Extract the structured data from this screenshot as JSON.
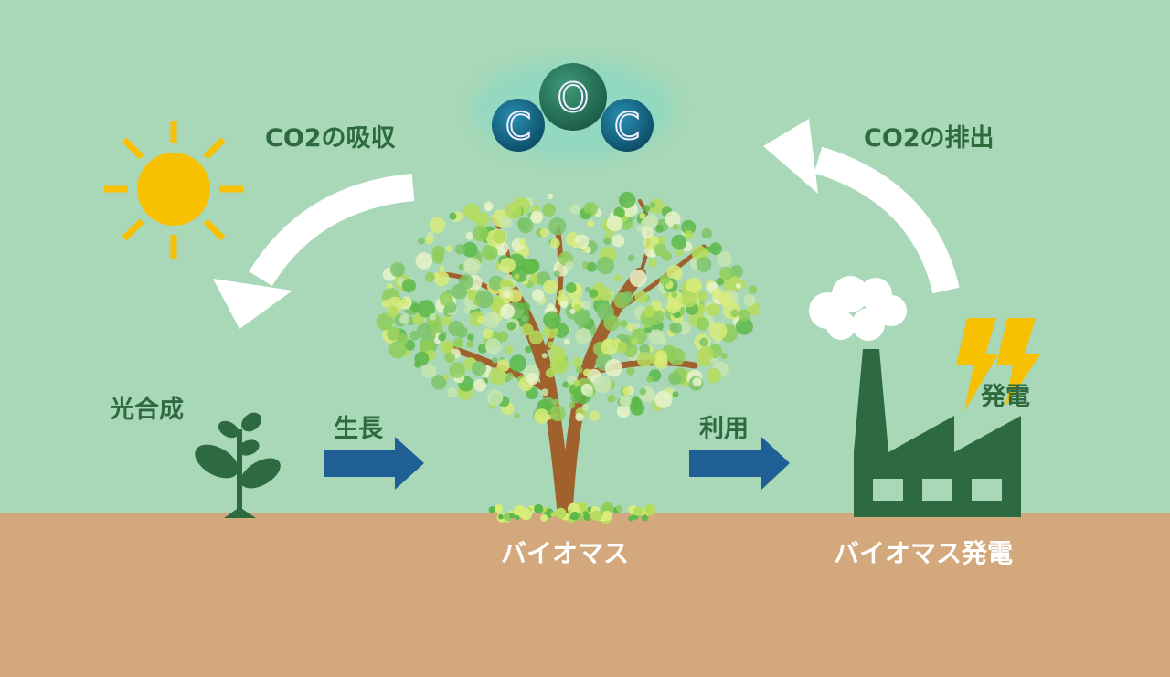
{
  "labels": {
    "co2_absorb": "CO2の吸収",
    "co2_emit": "CO2の排出",
    "photosynthesis": "光合成",
    "growth": "生長",
    "use": "利用",
    "power_gen": "発電",
    "biomass": "バイオマス",
    "biomass_power": "バイオマス発電"
  },
  "molecule": {
    "left": "C",
    "center": "O",
    "right": "C"
  },
  "colors": {
    "sky": "#a8d8b8",
    "ground": "#d3a87c",
    "text_green": "#2f6a3f",
    "factory": "#2e6a40",
    "arrow_blue": "#1f5f96",
    "sun": "#f7c000",
    "trunk": "#a0612c"
  }
}
